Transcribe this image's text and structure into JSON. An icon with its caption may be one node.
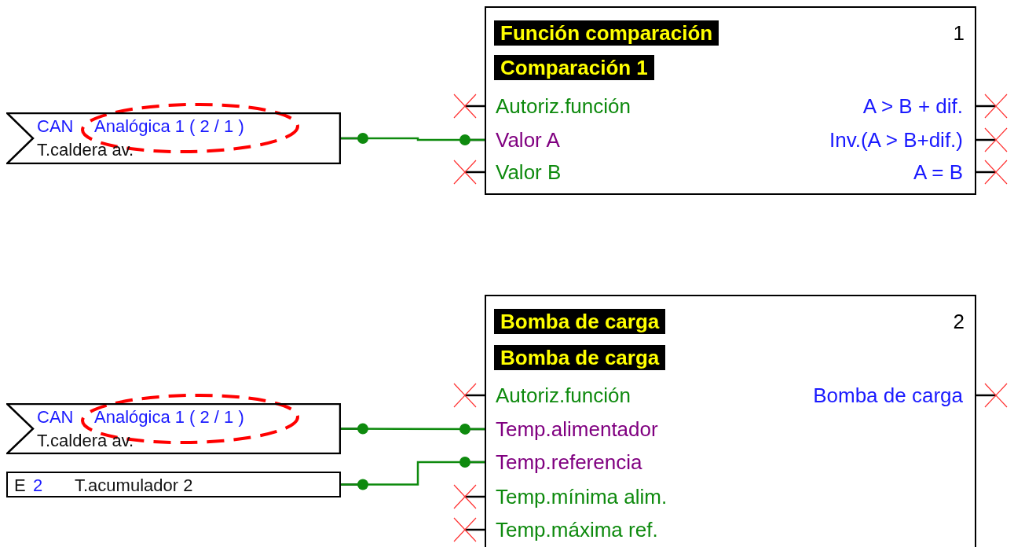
{
  "diagram": {
    "nodes": [
      {
        "text": [
          "CAN",
          "Analógica 1 ( 2 / 1 )",
          "T.caldera av."
        ]
      },
      {
        "text": [
          "Función comparación",
          "Comparación 1",
          "1"
        ]
      },
      {
        "text": [
          "Autoriz.función"
        ],
        "in": 1
      },
      {
        "text": [
          "Valor A"
        ],
        "in": 1
      },
      {
        "text": [
          "Valor B"
        ],
        "in": 1
      },
      {
        "text": [
          "A > B + dif."
        ],
        "in": 1
      },
      {
        "text": [
          "Inv.(A > B+dif.)"
        ],
        "in": 1
      },
      {
        "text": [
          "A = B"
        ],
        "in": 1
      },
      {
        "text": [
          "CAN",
          "Analógica 1 ( 2 / 1 )",
          "T.caldera av."
        ]
      },
      {
        "text": [
          "E",
          "2",
          "T.acumulador 2"
        ]
      },
      {
        "text": [
          "Bomba de carga",
          "Bomba de carga",
          "2"
        ]
      },
      {
        "text": [
          "Autoriz.función"
        ],
        "in": 10
      },
      {
        "text": [
          "Temp.alimentador"
        ],
        "in": 10
      },
      {
        "text": [
          "Temp.referencia"
        ],
        "in": 10
      },
      {
        "text": [
          "Temp.mínima alim."
        ],
        "in": 10
      },
      {
        "text": [
          "Temp.máxima ref."
        ],
        "in": 10
      },
      {
        "text": [
          "Bomba de carga"
        ],
        "in": 10
      }
    ],
    "edges": [
      {
        "from": 0,
        "to": 3,
        "arrow": "other"
      },
      {
        "from": 8,
        "to": 12,
        "arrow": "other"
      },
      {
        "from": 9,
        "to": 13,
        "arrow": "other"
      }
    ]
  }
}
